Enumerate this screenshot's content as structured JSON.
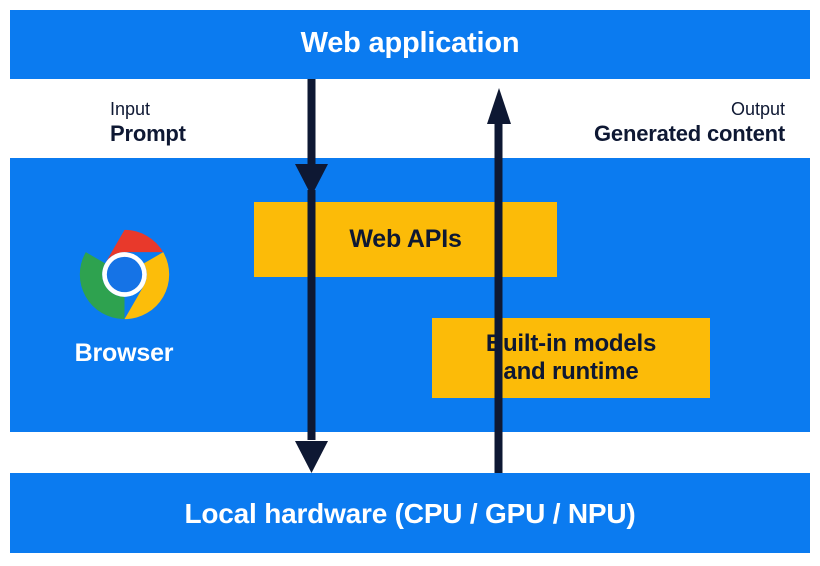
{
  "diagram": {
    "title": "Web application",
    "bands": {
      "top": {
        "label": "Web application"
      },
      "middle": {
        "browser_label": "Browser"
      },
      "bottom": {
        "label": "Local hardware (CPU / GPU / NPU)"
      }
    },
    "flows": [
      {
        "kind": "Input",
        "value": "Prompt",
        "direction": "down"
      },
      {
        "kind": "Output",
        "value": "Generated content",
        "direction": "up"
      }
    ],
    "boxes": [
      {
        "label": "Web APIs"
      },
      {
        "label_line1": "Built-in models",
        "label_line2": "and runtime"
      }
    ],
    "icons": {
      "browser": "chrome-logo-icon"
    },
    "colors": {
      "band_blue": "#0b7bf0",
      "box_yellow": "#fcbb08",
      "arrow_navy": "#0e1833",
      "text_light": "#ffffff",
      "text_dark": "#0e1833",
      "chrome_red": "#e8392b",
      "chrome_yellow": "#fcbd0a",
      "chrome_green": "#2ea24f",
      "chrome_blue": "#1573e6",
      "chrome_ring": "#ffffff"
    }
  }
}
